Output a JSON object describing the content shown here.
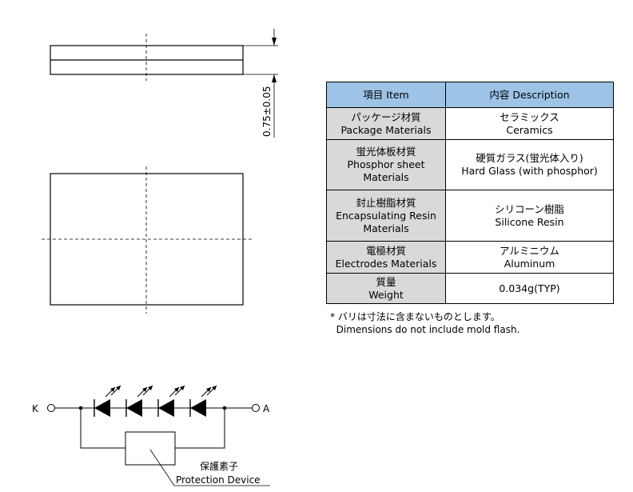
{
  "dimension": {
    "thickness": "0.75±0.05"
  },
  "table": {
    "headers": {
      "item": "項目 Item",
      "description": "内容 Description"
    },
    "rows": [
      {
        "item": [
          "パッケージ材質",
          "Package Materials"
        ],
        "description": [
          "セラミックス",
          "Ceramics"
        ]
      },
      {
        "item": [
          "蛍光体板材質",
          "Phosphor sheet",
          "Materials"
        ],
        "description": [
          "硬質ガラス(蛍光体入り)",
          "Hard Glass (with phosphor)"
        ]
      },
      {
        "item": [
          "封止樹脂材質",
          "Encapsulating Resin",
          "Materials"
        ],
        "description": [
          "シリコーン樹脂",
          "Silicone Resin"
        ]
      },
      {
        "item": [
          "電極材質",
          "Electrodes Materials"
        ],
        "description": [
          "アルミニウム",
          "Aluminum"
        ]
      },
      {
        "item": [
          "質量",
          "Weight"
        ],
        "description": [
          "0.034g(TYP)"
        ]
      }
    ]
  },
  "note": {
    "line1": "* バリは寸法に含まないものとします。",
    "line2": "  Dimensions do not include mold flash."
  },
  "circuit": {
    "terminal_k": "K",
    "terminal_a": "A",
    "protection_label_jp": "保護素子",
    "protection_label_en": "Protection Device",
    "led_count": 4
  }
}
